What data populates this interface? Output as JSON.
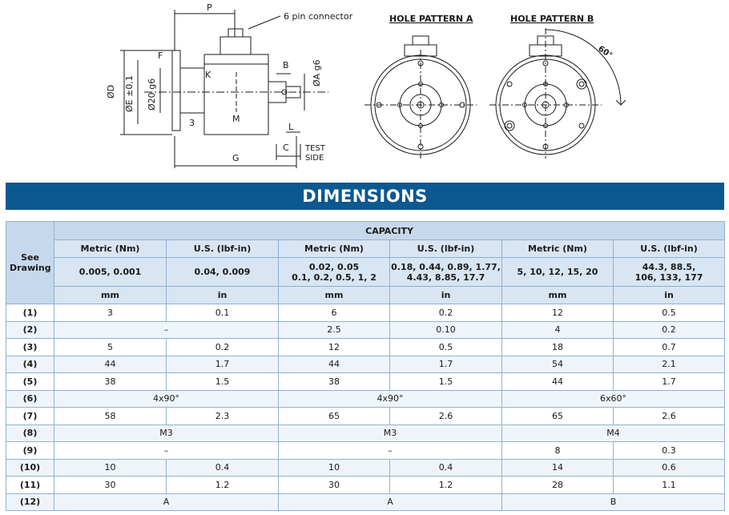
{
  "drawing": {
    "labels": {
      "P": "P",
      "connector": "6 pin connector",
      "F": "F",
      "K": "K",
      "B": "B",
      "A": "ØA g6",
      "D": "ØD",
      "E": "ØE ±0,1",
      "d20": "Ø20 g6",
      "three": "3",
      "M": "M",
      "L": "L",
      "C": "C",
      "G": "G",
      "test1": "TEST",
      "test2": "SIDE"
    },
    "patternA": "HOLE PATTERN A",
    "patternB": "HOLE PATTERN B",
    "angle": "60°"
  },
  "title": "DIMENSIONS",
  "table": {
    "see_drawing": "See Drawing",
    "capacity": "CAPACITY",
    "unit_headers": [
      "Metric (Nm)",
      "U.S. (lbf-in)",
      "Metric (Nm)",
      "U.S. (lbf-in)",
      "Metric (Nm)",
      "U.S. (lbf-in)"
    ],
    "capacity_values": [
      [
        "0.005, 0.001"
      ],
      [
        "0.04, 0.009"
      ],
      [
        "0.02, 0.05",
        "0.1, 0.2, 0.5, 1, 2"
      ],
      [
        "0.18, 0.44, 0.89, 1.77,",
        "4.43, 8.85, 17.7"
      ],
      [
        "5, 10, 12, 15, 20"
      ],
      [
        "44.3, 88.5,",
        "106, 133, 177"
      ]
    ],
    "units": [
      "mm",
      "in",
      "mm",
      "in",
      "mm",
      "in"
    ],
    "rows": [
      {
        "label": "(1)",
        "cells": [
          [
            "3",
            1
          ],
          [
            "0.1",
            1
          ],
          [
            "6",
            1
          ],
          [
            "0.2",
            1
          ],
          [
            "12",
            1
          ],
          [
            "0.5",
            1
          ]
        ]
      },
      {
        "label": "(2)",
        "cells": [
          [
            "–",
            2
          ],
          [
            "2.5",
            1
          ],
          [
            "0.10",
            1
          ],
          [
            "4",
            1
          ],
          [
            "0.2",
            1
          ]
        ]
      },
      {
        "label": "(3)",
        "cells": [
          [
            "5",
            1
          ],
          [
            "0.2",
            1
          ],
          [
            "12",
            1
          ],
          [
            "0.5",
            1
          ],
          [
            "18",
            1
          ],
          [
            "0.7",
            1
          ]
        ]
      },
      {
        "label": "(4)",
        "cells": [
          [
            "44",
            1
          ],
          [
            "1.7",
            1
          ],
          [
            "44",
            1
          ],
          [
            "1.7",
            1
          ],
          [
            "54",
            1
          ],
          [
            "2.1",
            1
          ]
        ]
      },
      {
        "label": "(5)",
        "cells": [
          [
            "38",
            1
          ],
          [
            "1.5",
            1
          ],
          [
            "38",
            1
          ],
          [
            "1.5",
            1
          ],
          [
            "44",
            1
          ],
          [
            "1.7",
            1
          ]
        ]
      },
      {
        "label": "(6)",
        "cells": [
          [
            "4x90°",
            2
          ],
          [
            "4x90°",
            2
          ],
          [
            "6x60°",
            2
          ]
        ]
      },
      {
        "label": "(7)",
        "cells": [
          [
            "58",
            1
          ],
          [
            "2.3",
            1
          ],
          [
            "65",
            1
          ],
          [
            "2.6",
            1
          ],
          [
            "65",
            1
          ],
          [
            "2.6",
            1
          ]
        ]
      },
      {
        "label": "(8)",
        "cells": [
          [
            "M3",
            2
          ],
          [
            "M3",
            2
          ],
          [
            "M4",
            2
          ]
        ]
      },
      {
        "label": "(9)",
        "cells": [
          [
            "–",
            2
          ],
          [
            "–",
            2
          ],
          [
            "8",
            1
          ],
          [
            "0.3",
            1
          ]
        ]
      },
      {
        "label": "(10)",
        "cells": [
          [
            "10",
            1
          ],
          [
            "0.4",
            1
          ],
          [
            "10",
            1
          ],
          [
            "0.4",
            1
          ],
          [
            "14",
            1
          ],
          [
            "0.6",
            1
          ]
        ]
      },
      {
        "label": "(11)",
        "cells": [
          [
            "30",
            1
          ],
          [
            "1.2",
            1
          ],
          [
            "30",
            1
          ],
          [
            "1.2",
            1
          ],
          [
            "28",
            1
          ],
          [
            "1.1",
            1
          ]
        ]
      },
      {
        "label": "(12)",
        "cells": [
          [
            "A",
            2
          ],
          [
            "A",
            2
          ],
          [
            "B",
            2
          ]
        ]
      }
    ]
  }
}
